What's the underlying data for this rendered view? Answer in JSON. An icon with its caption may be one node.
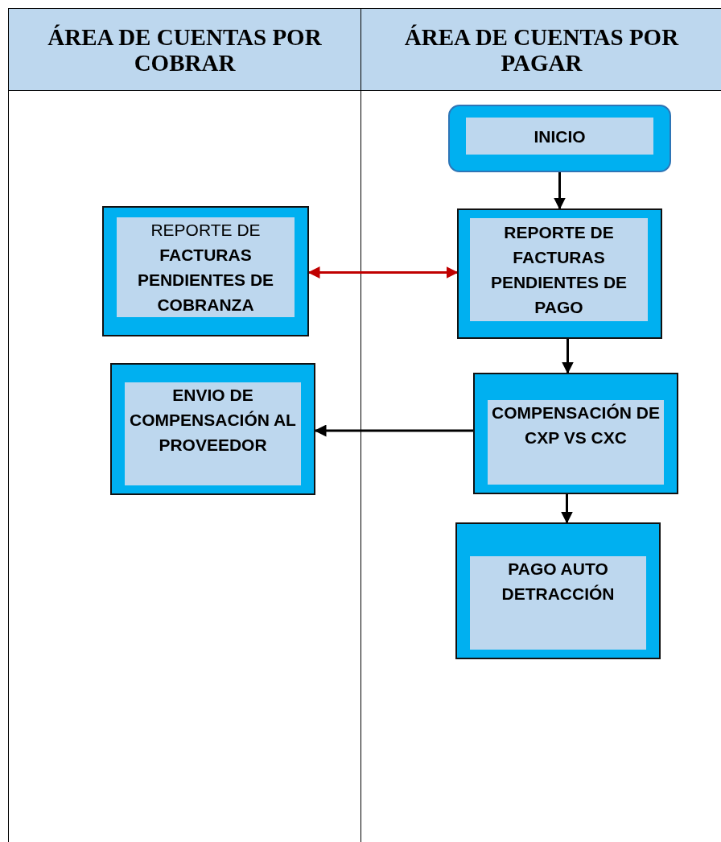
{
  "diagram": {
    "nodes": [
      {
        "text": [
          "ÁREA DE CUENTAS POR COBRAR"
        ]
      },
      {
        "text": [
          "ÁREA DE CUENTAS POR PAGAR"
        ]
      },
      {
        "text": [
          "INICIO"
        ],
        "in": 1
      },
      {
        "text": [
          "REPORTE DE **FACTURAS PENDIENTES DE COBRANZA**"
        ],
        "in": 0
      },
      {
        "text": [
          "REPORTE DE FACTURAS PENDIENTES DE PAGO"
        ],
        "in": 1
      },
      {
        "text": [
          "ENVIO DE COMPENSACIÓN AL PROVEEDOR"
        ],
        "in": 0
      },
      {
        "text": [
          "COMPENSACIÓN DE CXP VS CXC"
        ],
        "in": 1
      },
      {
        "text": [
          "PAGO AUTO DETRACCIÓN"
        ],
        "in": 1
      }
    ],
    "edges": [
      {
        "from": 2,
        "to": 4,
        "arrow": "to"
      },
      {
        "from": 3,
        "to": 4,
        "arrow": "both",
        "color": "#c00000"
      },
      {
        "from": 4,
        "to": 6,
        "arrow": "to"
      },
      {
        "from": 6,
        "to": 5,
        "arrow": "to"
      },
      {
        "from": 6,
        "to": 7,
        "arrow": "to"
      }
    ]
  }
}
